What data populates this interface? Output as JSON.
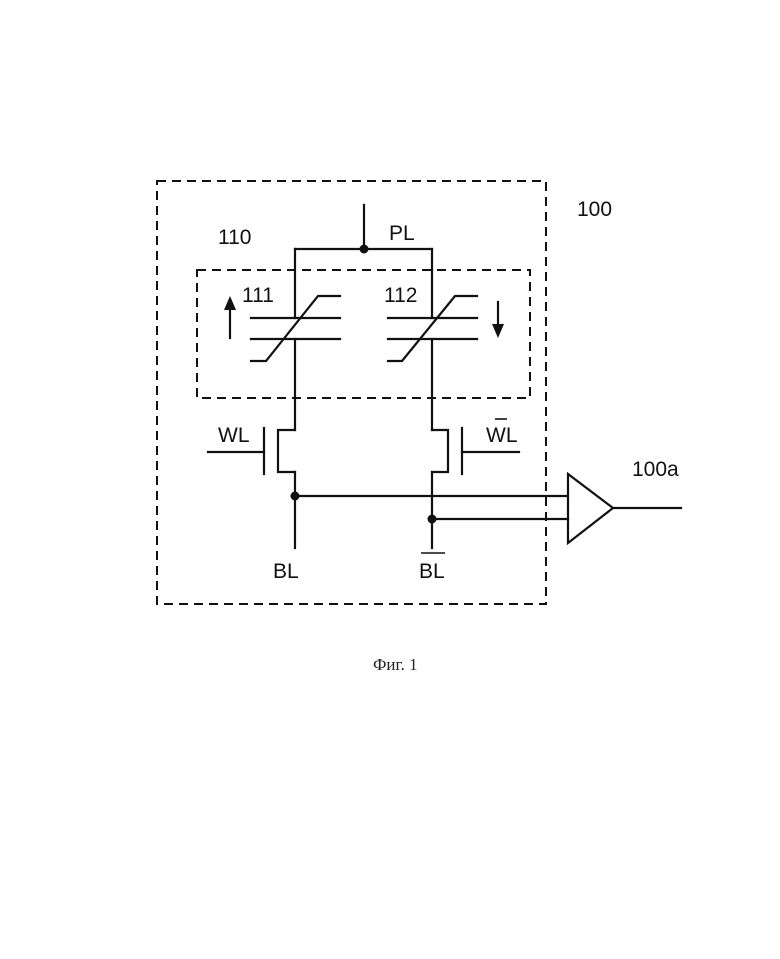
{
  "labels": {
    "cell": "100",
    "output": "100a",
    "capacitor_group": "110",
    "cap_left": "111",
    "cap_right": "112",
    "plate_line": "PL",
    "word_line": "WL",
    "word_line_bar": "WL",
    "bit_line": "BL",
    "bit_line_bar": "BL"
  },
  "caption": "Фиг. 1"
}
